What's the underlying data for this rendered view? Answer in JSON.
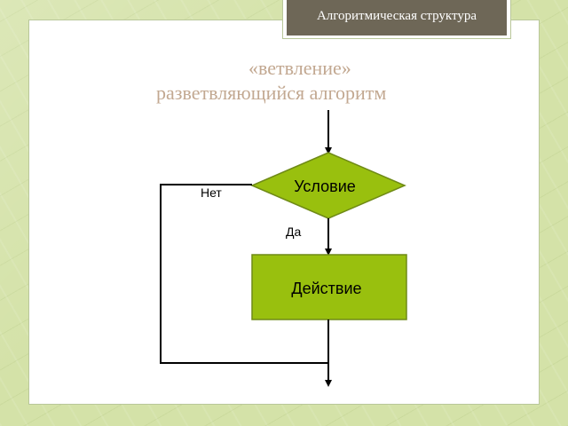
{
  "header": {
    "tab_title": "Алгоритмическая структура"
  },
  "slide": {
    "title_line_1": "«ветвление»",
    "title_line_2": "разветвляющийся алгоритм"
  },
  "diagram": {
    "condition_label": "Условие",
    "action_label": "Действие",
    "no_label": "Нет",
    "yes_label": "Да",
    "colors": {
      "shape_fill": "#99c00e",
      "shape_stroke": "#6f8a16",
      "line": "#000000",
      "title": "#c2a891",
      "header_bg": "#6e6757"
    }
  }
}
